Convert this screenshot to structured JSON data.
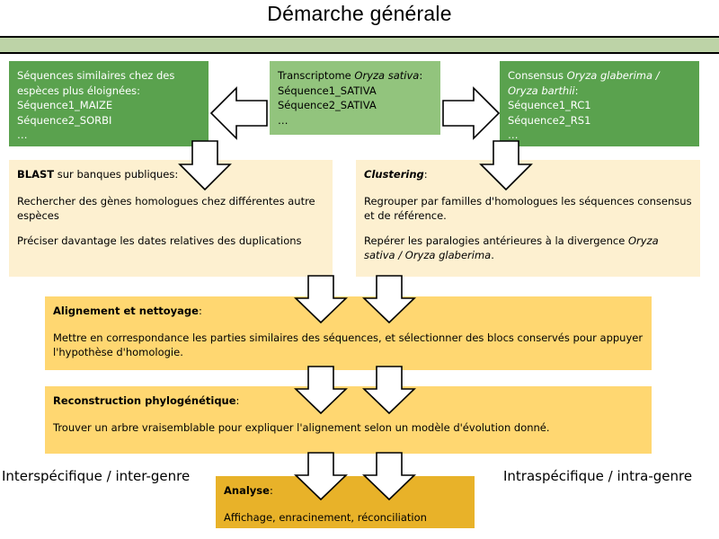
{
  "slide": {
    "title": "Démarche générale"
  },
  "top_row": {
    "left_box": {
      "lines": [
        "Séquences similaires chez des",
        "espèces plus éloignées:",
        "Séquence1_MAIZE",
        "Séquence2_SORBI",
        "…"
      ]
    },
    "middle_box": {
      "header_prefix": "Transcriptome ",
      "header_italic": "Oryza sativa",
      "header_suffix": ":",
      "lines": [
        "Séquence1_SATIVA",
        "Séquence2_SATIVA",
        "…"
      ]
    },
    "right_box": {
      "header_prefix": "Consensus ",
      "header_italic": "Oryza glaberima / Oryza barthii",
      "header_suffix": ":",
      "lines": [
        "Séquence1_RC1",
        "Séquence2_RS1",
        "…"
      ]
    }
  },
  "middle_row": {
    "blast_box": {
      "heading_bold": "BLAST",
      "heading_rest": " sur banques publiques:",
      "paragraph_1": "Rechercher des gènes homologues chez différentes autre espèces",
      "paragraph_2": "Préciser davantage les dates relatives des duplications"
    },
    "clustering_box": {
      "heading_bold": "Clustering",
      "heading_rest": ":",
      "paragraph_1": "Regrouper par familles d'homologues les séquences consensus et de référence.",
      "paragraph_2_prefix": "Repérer les paralogies antérieures à la divergence ",
      "paragraph_2_italic": "Oryza sativa / Oryza glaberima",
      "paragraph_2_suffix": "."
    }
  },
  "alignment_box": {
    "heading_bold": "Alignement et nettoyage",
    "heading_rest": ":",
    "paragraph": "Mettre en correspondance les parties similaires des séquences, et sélectionner des blocs conservés pour appuyer l'hypothèse d'homologie."
  },
  "phylogeny_box": {
    "heading_bold": "Reconstruction phylogénétique",
    "heading_rest": ":",
    "paragraph": "Trouver un arbre vraisemblable pour expliquer l'alignement selon un modèle d'évolution donné."
  },
  "analysis_box": {
    "heading_bold": "Analyse",
    "heading_rest": ":",
    "paragraph": "Affichage, enracinement, réconciliation"
  },
  "captions": {
    "left": "Interspécifique / inter-genre",
    "right": "Intraspécifique / intra-genre"
  },
  "arrows": {
    "left_pointing": "arrow-left",
    "right_pointing": "arrow-right",
    "down_pointing": "arrow-down"
  },
  "colors": {
    "header_band": "#bdd3a7",
    "green_dark": "#5aa24e",
    "green_light": "#92c47d",
    "cream": "#fdf0d0",
    "yellow": "#ffd771",
    "yellow_deep": "#e8b229",
    "text_dark": "#000000",
    "text_light": "#ffffff"
  }
}
